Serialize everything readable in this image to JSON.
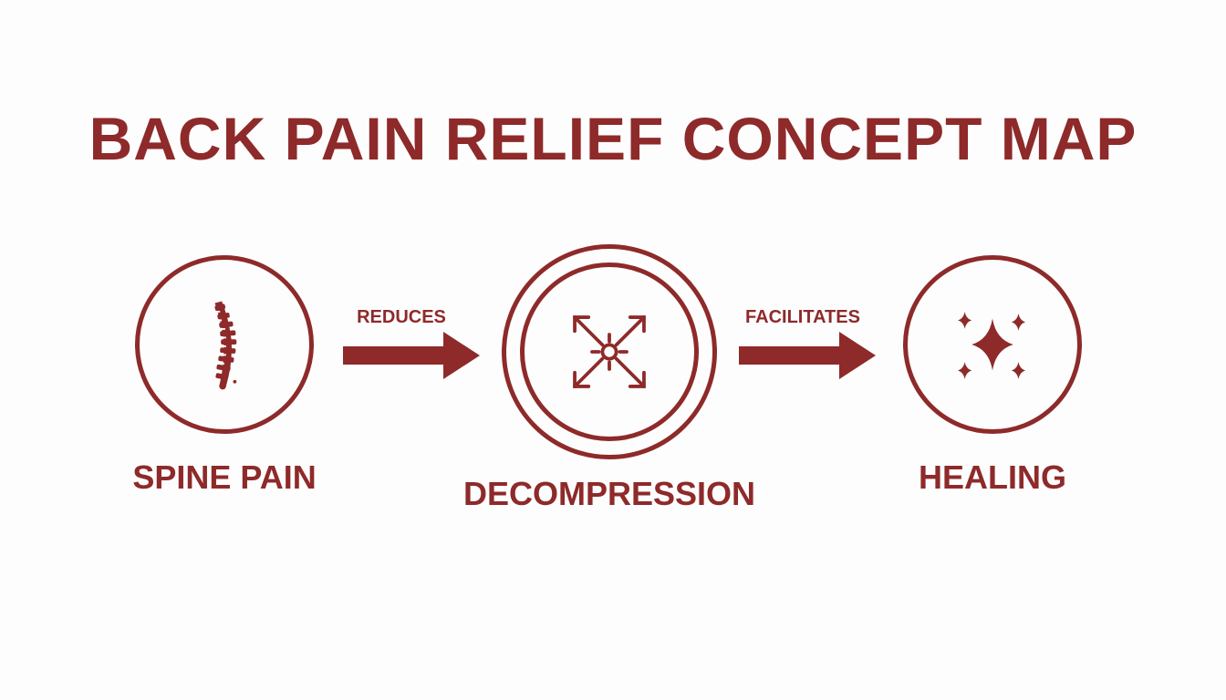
{
  "title": "BACK PAIN RELIEF CONCEPT MAP",
  "accent_color": "#8e2a2a",
  "nodes": [
    {
      "label": "SPINE PAIN",
      "icon": "spine-icon"
    },
    {
      "label": "DECOMPRESSION",
      "icon": "decompression-arrows-icon"
    },
    {
      "label": "HEALING",
      "icon": "sparkles-icon"
    }
  ],
  "edges": [
    {
      "from": "SPINE PAIN",
      "to": "DECOMPRESSION",
      "label": "REDUCES"
    },
    {
      "from": "DECOMPRESSION",
      "to": "HEALING",
      "label": "FACILITATES"
    }
  ]
}
